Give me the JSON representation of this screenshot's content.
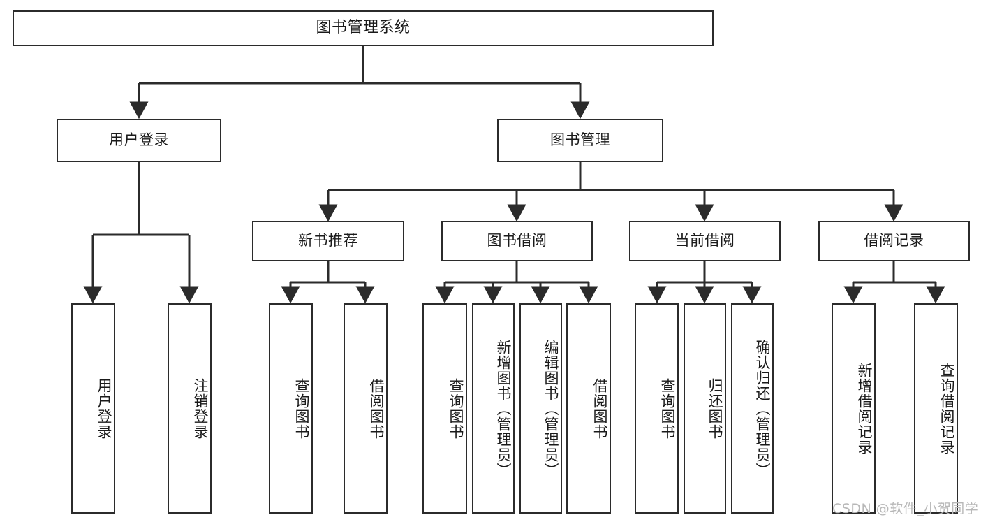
{
  "diagram": {
    "type": "tree-hierarchy",
    "title": "图书管理系统",
    "watermark": "CSDN @软件_小贺同学",
    "style": {
      "box_border": "#2b2b2b",
      "box_fill": "#ffffff",
      "text_color": "#1a1a1a",
      "line_color": "#2b2b2b",
      "watermark_color": "#b8b8b8",
      "background": "#ffffff"
    },
    "nodes": {
      "root": {
        "label": "图书管理系统",
        "level": 1
      },
      "l2": [
        {
          "id": "user-login",
          "label": "用户登录",
          "level": 2
        },
        {
          "id": "book-manage",
          "label": "图书管理",
          "level": 2
        }
      ],
      "l3": [
        {
          "id": "new-book-recommend",
          "label": "新书推荐",
          "level": 3,
          "parent": "book-manage"
        },
        {
          "id": "book-borrow",
          "label": "图书借阅",
          "level": 3,
          "parent": "book-manage"
        },
        {
          "id": "current-borrow",
          "label": "当前借阅",
          "level": 3,
          "parent": "book-manage"
        },
        {
          "id": "borrow-record",
          "label": "借阅记录",
          "level": 3,
          "parent": "book-manage"
        }
      ],
      "leaves": [
        {
          "id": "leaf-user-login",
          "label": "用户登录",
          "parent": "user-login"
        },
        {
          "id": "leaf-logout",
          "label": "注销登录",
          "parent": "user-login"
        },
        {
          "id": "leaf-query-book-1",
          "label": "查询图书",
          "parent": "new-book-recommend"
        },
        {
          "id": "leaf-borrow-book-1",
          "label": "借阅图书",
          "parent": "new-book-recommend"
        },
        {
          "id": "leaf-query-book-2",
          "label": "查询图书",
          "parent": "book-borrow"
        },
        {
          "id": "leaf-add-book",
          "label": "新增图书（管理员）",
          "parent": "book-borrow"
        },
        {
          "id": "leaf-edit-book",
          "label": "编辑图书（管理员）",
          "parent": "book-borrow"
        },
        {
          "id": "leaf-borrow-book-2",
          "label": "借阅图书",
          "parent": "book-borrow"
        },
        {
          "id": "leaf-query-book-3",
          "label": "查询图书",
          "parent": "current-borrow"
        },
        {
          "id": "leaf-return-book",
          "label": "归还图书",
          "parent": "current-borrow"
        },
        {
          "id": "leaf-confirm-return",
          "label": "确认归还（管理员）",
          "parent": "current-borrow"
        },
        {
          "id": "leaf-add-record",
          "label": "新增借阅记录",
          "parent": "borrow-record"
        },
        {
          "id": "leaf-query-record",
          "label": "查询借阅记录",
          "parent": "borrow-record"
        }
      ]
    }
  }
}
